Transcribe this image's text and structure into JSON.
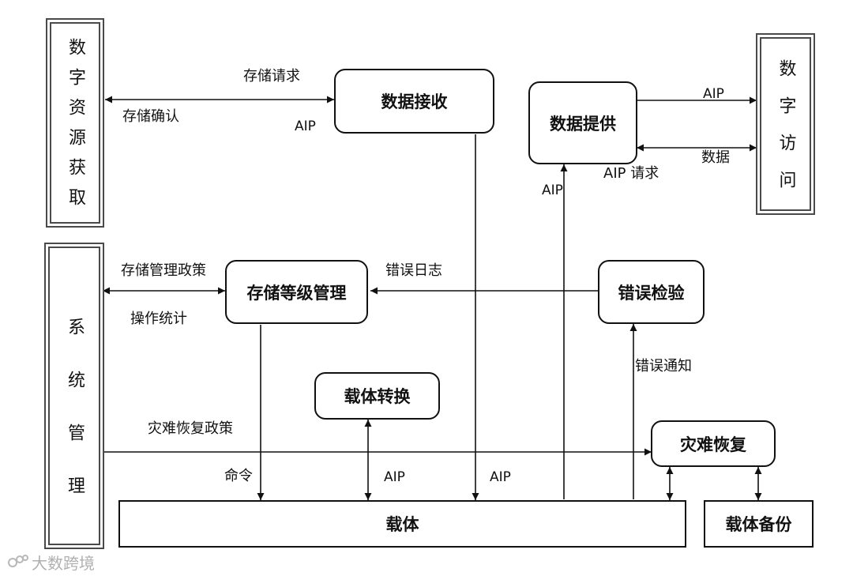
{
  "diagram": {
    "actors": {
      "left_top": "数字资源获取",
      "left_bottom": "系统管理",
      "right_top": "数字访问"
    },
    "nodes": {
      "data_receive": "数据接收",
      "data_provide": "数据提供",
      "storage_manage": "存储等级管理",
      "error_check": "错误检验",
      "carrier_convert": "载体转换",
      "disaster_recovery": "灾难恢复",
      "carrier": "载体",
      "carrier_backup": "载体备份"
    },
    "labels": {
      "storage_request": "存储请求",
      "storage_confirm": "存储确认",
      "aip_receive": "AIP",
      "aip_out": "AIP",
      "data": "数据",
      "aip_request": "AIP 请求",
      "aip_provide_in": "AIP",
      "storage_policy": "存储管理政策",
      "operation_stats": "操作统计",
      "error_log": "错误日志",
      "error_notify": "错误通知",
      "disaster_policy": "灾难恢复政策",
      "command": "命令",
      "aip_convert": "AIP",
      "aip_to_carrier": "AIP"
    },
    "watermark": "大数跨境"
  }
}
